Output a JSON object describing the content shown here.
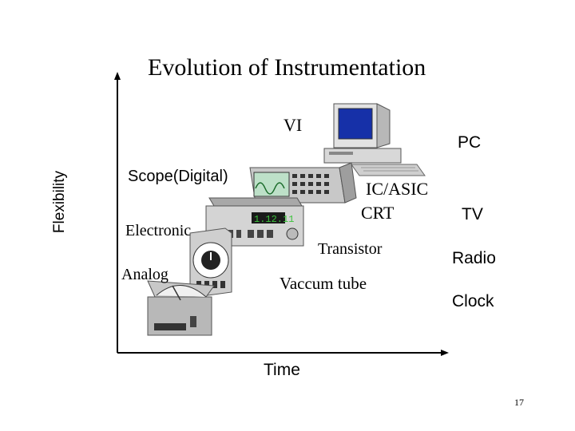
{
  "title": "Evolution of Instrumentation",
  "axes": {
    "y_label": "Flexibility",
    "x_label": "Time"
  },
  "instrument_labels": {
    "vi": "VI",
    "scope": "Scope(Digital)",
    "electronic": "Electronic",
    "analog": "Analog"
  },
  "technology_labels": {
    "ic_asic": "IC/ASIC",
    "crt": "CRT",
    "transistor": "Transistor",
    "vacuum_tube": "Vaccum tube"
  },
  "product_labels": {
    "pc": "PC",
    "tv": "TV",
    "radio": "Radio",
    "clock": "Clock"
  },
  "electronic_display": "1.12.11",
  "page_number": "17"
}
